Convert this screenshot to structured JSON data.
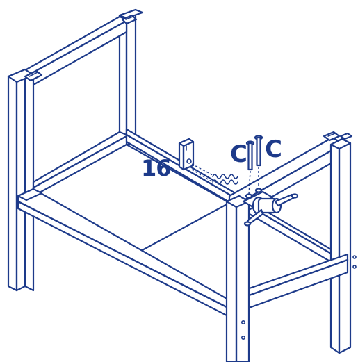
{
  "colors": {
    "ink": "#1d3a8a",
    "background": "#ffffff"
  },
  "callouts": {
    "part_16": "16",
    "bolt_left": "C",
    "bolt_right": "C"
  }
}
